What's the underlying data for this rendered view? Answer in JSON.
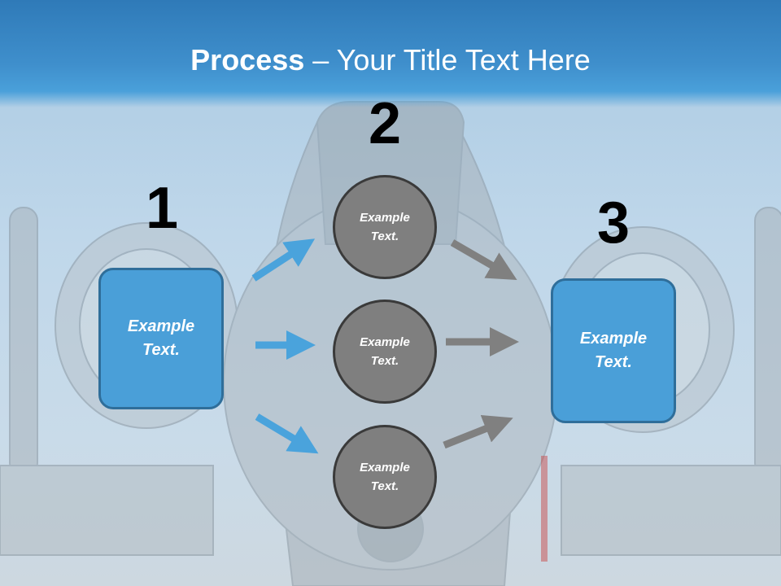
{
  "title": {
    "bold": "Process",
    "rest": " – Your Title Text Here"
  },
  "steps": [
    {
      "number": "1",
      "text": "Example Text."
    },
    {
      "number": "2",
      "text": "Example Text."
    },
    {
      "number": "3",
      "text": "Example Text."
    }
  ],
  "circles": [
    {
      "text": "Example Text."
    },
    {
      "text": "Example Text."
    },
    {
      "text": "Example Text."
    }
  ],
  "colors": {
    "header": "#3f8fcc",
    "box_fill": "#4a9fd8",
    "box_border": "#2f6e9a",
    "circle_fill": "#7f7f7f",
    "circle_border": "#3a3a3a",
    "arrow_blue": "#4aa3dc",
    "arrow_gray": "#808080"
  },
  "background": {
    "image": "aircraft-front-view"
  }
}
